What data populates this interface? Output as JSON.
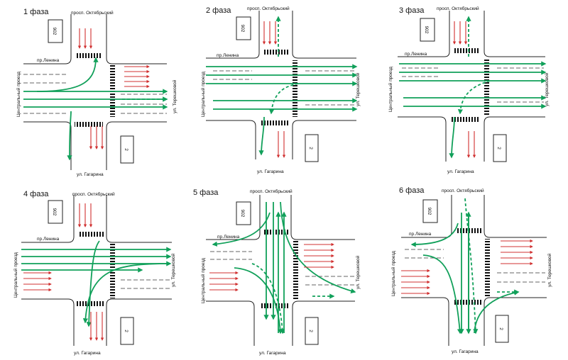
{
  "colors": {
    "green": "#11a05a",
    "red": "#d03030",
    "road_edge": "#222222",
    "lane_mark": "#333333",
    "crosswalk": "#111111",
    "background": "#ffffff"
  },
  "streets": {
    "north": "просп. Октябрьский",
    "west_top": "пр.Ленина",
    "west_side": "Центральный проезд",
    "east": "ул. Терешковой",
    "south": "ул. Гагарина"
  },
  "buildings": {
    "north": "902",
    "south": "2"
  },
  "phases": [
    {
      "title": "1 фаза",
      "green": [
        "M33,129 L235,129",
        "M33,140 L235,140",
        "M33,151 L235,151",
        "M52,129 C110,129 135,118 135,82",
        "M100,157 C100,165 98,175 98,225"
      ],
      "green_dashed": [
        "M172,140 L235,140"
      ],
      "red": [
        "M175,94 L210,94",
        "M175,101 L210,101",
        "M175,108 L210,108",
        "M175,115 L210,115",
        "M175,122 L210,122",
        "M112,40 L112,68",
        "M120,40 L120,68",
        "M128,40 L128,68",
        "M128,178 L128,210",
        "M136,178 L136,210",
        "M144,178 L144,210"
      ]
    },
    {
      "title": "2 фаза",
      "green": [
        "M290,94 L502,94",
        "M290,106 L502,106",
        "M290,118 L502,118",
        "M300,142 L502,142",
        "M300,154 L502,154",
        "M372,165 C372,185 368,200 368,218"
      ],
      "green_dashed": [
        "M392,80 L392,24",
        "M420,118 C400,122 385,130 382,160"
      ],
      "red": [
        "M372,30 L372,62",
        "M380,30 L380,62",
        "M388,30 L388,62",
        "M392,185 L392,222",
        "M400,185 L400,222"
      ]
    },
    {
      "title": "3 фаза",
      "green": [
        "M562,90 L768,90",
        "M562,102 L768,102",
        "M562,114 L768,114",
        "M568,138 L768,138",
        "M568,150 L768,150",
        "M640,165 C640,185 636,200 636,222"
      ],
      "green_dashed": [
        "M660,80 L660,24",
        "M690,114 C670,120 650,130 648,160"
      ],
      "red": [
        "M640,30 L640,62",
        "M648,30 L648,62",
        "M656,30 L656,62",
        "M660,185 L660,222",
        "M668,185 L668,222"
      ]
    },
    {
      "title": "4 фаза",
      "green": [
        "M30,352 L240,352",
        "M30,362 L240,362",
        "M30,372 L240,372",
        "M30,381 L200,381",
        "M240,372 C160,372 125,380 120,455",
        "M140,340 C132,350 128,375 125,460"
      ],
      "green_dashed": [],
      "red": [
        "M33,385 L72,385",
        "M33,393 L72,393",
        "M33,401 L72,401",
        "M33,409 L72,409",
        "M112,287 L112,320",
        "M120,287 L120,320",
        "M128,287 L128,320",
        "M128,440 L128,480",
        "M136,440 L136,480",
        "M144,440 L144,480"
      ]
    },
    {
      "title": "5 фаза",
      "green": [
        "M375,285 L375,450",
        "M385,285 L385,450",
        "M395,285 C398,345 420,390 500,412",
        "M380,300 C370,330 345,340 300,345",
        "M392,470 L392,300",
        "M400,470 L400,300",
        "M330,378 C360,380 390,400 395,470"
      ],
      "green_dashed": [
        "M355,372 C380,380 395,420 398,470",
        "M440,418 L470,418"
      ],
      "red": [
        "M428,345 L470,345",
        "M428,353 L470,353",
        "M428,361 L470,361",
        "M428,369 L470,369",
        "M428,377 L470,377",
        "M295,385 L335,385",
        "M295,393 L335,393",
        "M295,401 L335,401",
        "M295,409 L335,409"
      ]
    },
    {
      "title": "6 фаза",
      "green": [
        "M650,300 L650,470",
        "M660,300 L660,470",
        "M645,315 C640,335 620,345 580,345",
        "M668,470 C670,440 690,420 730,412",
        "M660,470 L660,300",
        "M596,360 C625,362 640,380 648,470"
      ],
      "green_dashed": [
        "M655,280 C660,340 665,360 670,470",
        "M700,412 L730,412"
      ],
      "red": [
        "M705,340 L750,340",
        "M705,348 L750,348",
        "M705,356 L750,356",
        "M705,364 L750,364",
        "M705,372 L750,372",
        "M565,382 L605,382",
        "M565,390 L605,390",
        "M565,398 L605,398",
        "M565,406 L605,406",
        "M565,414 L605,414"
      ]
    }
  ]
}
